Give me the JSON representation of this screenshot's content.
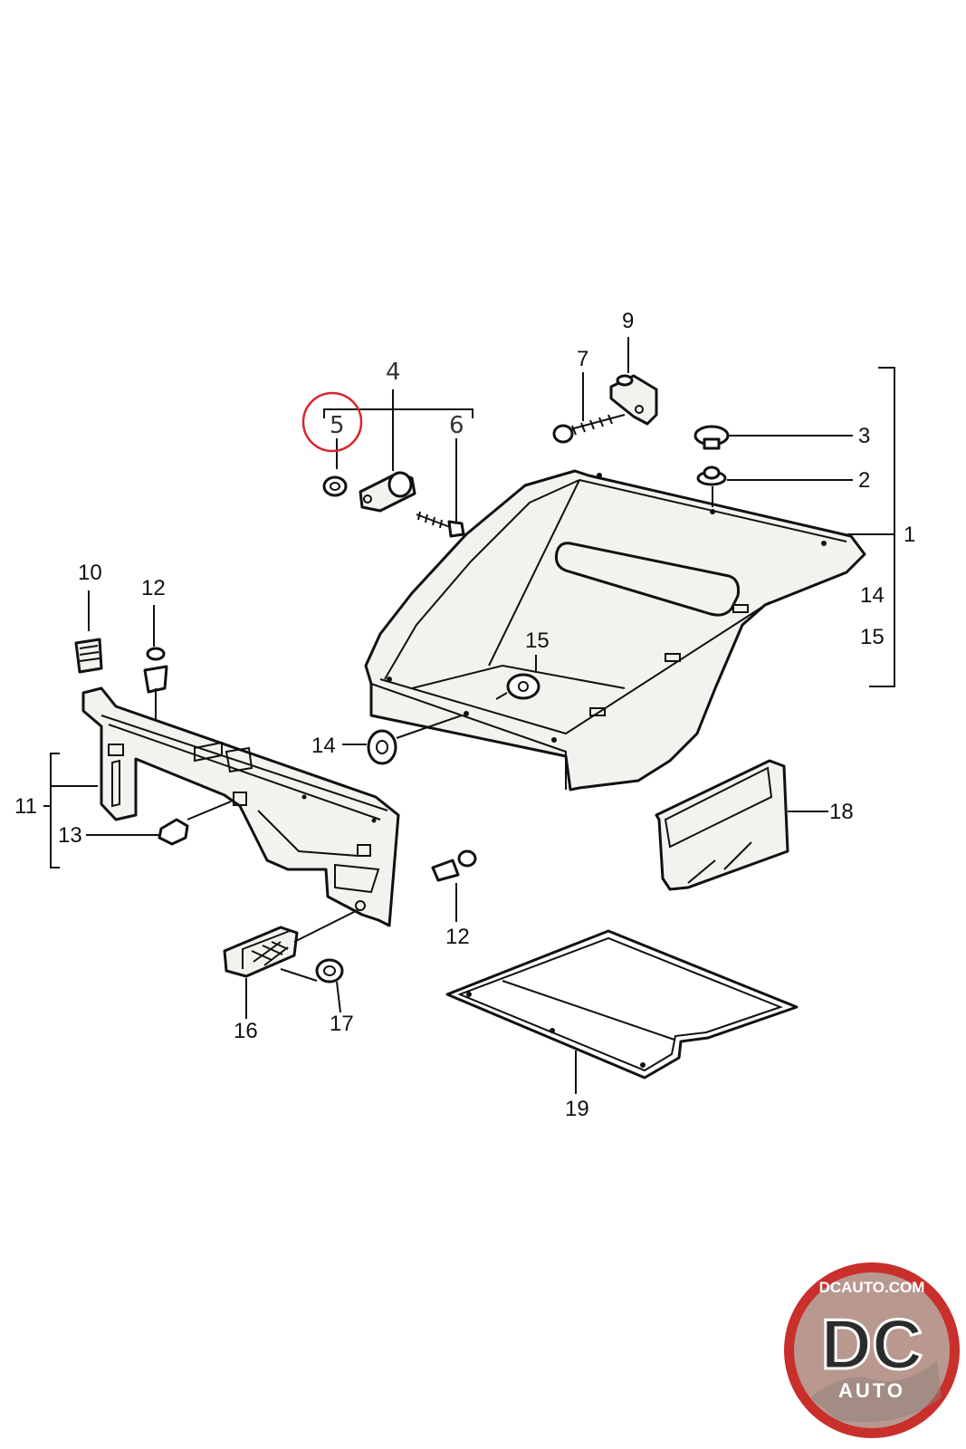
{
  "diagram": {
    "callouts": [
      "1",
      "2",
      "3",
      "4",
      "5",
      "6",
      "7",
      "9",
      "10",
      "11",
      "12",
      "12",
      "13",
      "14",
      "14",
      "15",
      "15",
      "16",
      "17",
      "18",
      "19"
    ]
  },
  "highlight": {
    "color": "#d7262b",
    "target": "5"
  },
  "logo": {
    "text_top": "DCAUTO.COM",
    "monogram": "DC",
    "text_bottom": "AUTO",
    "colors": {
      "ring": "#c9302c",
      "inner": "#b6aaa2",
      "letters": "#2b2b2b"
    }
  }
}
